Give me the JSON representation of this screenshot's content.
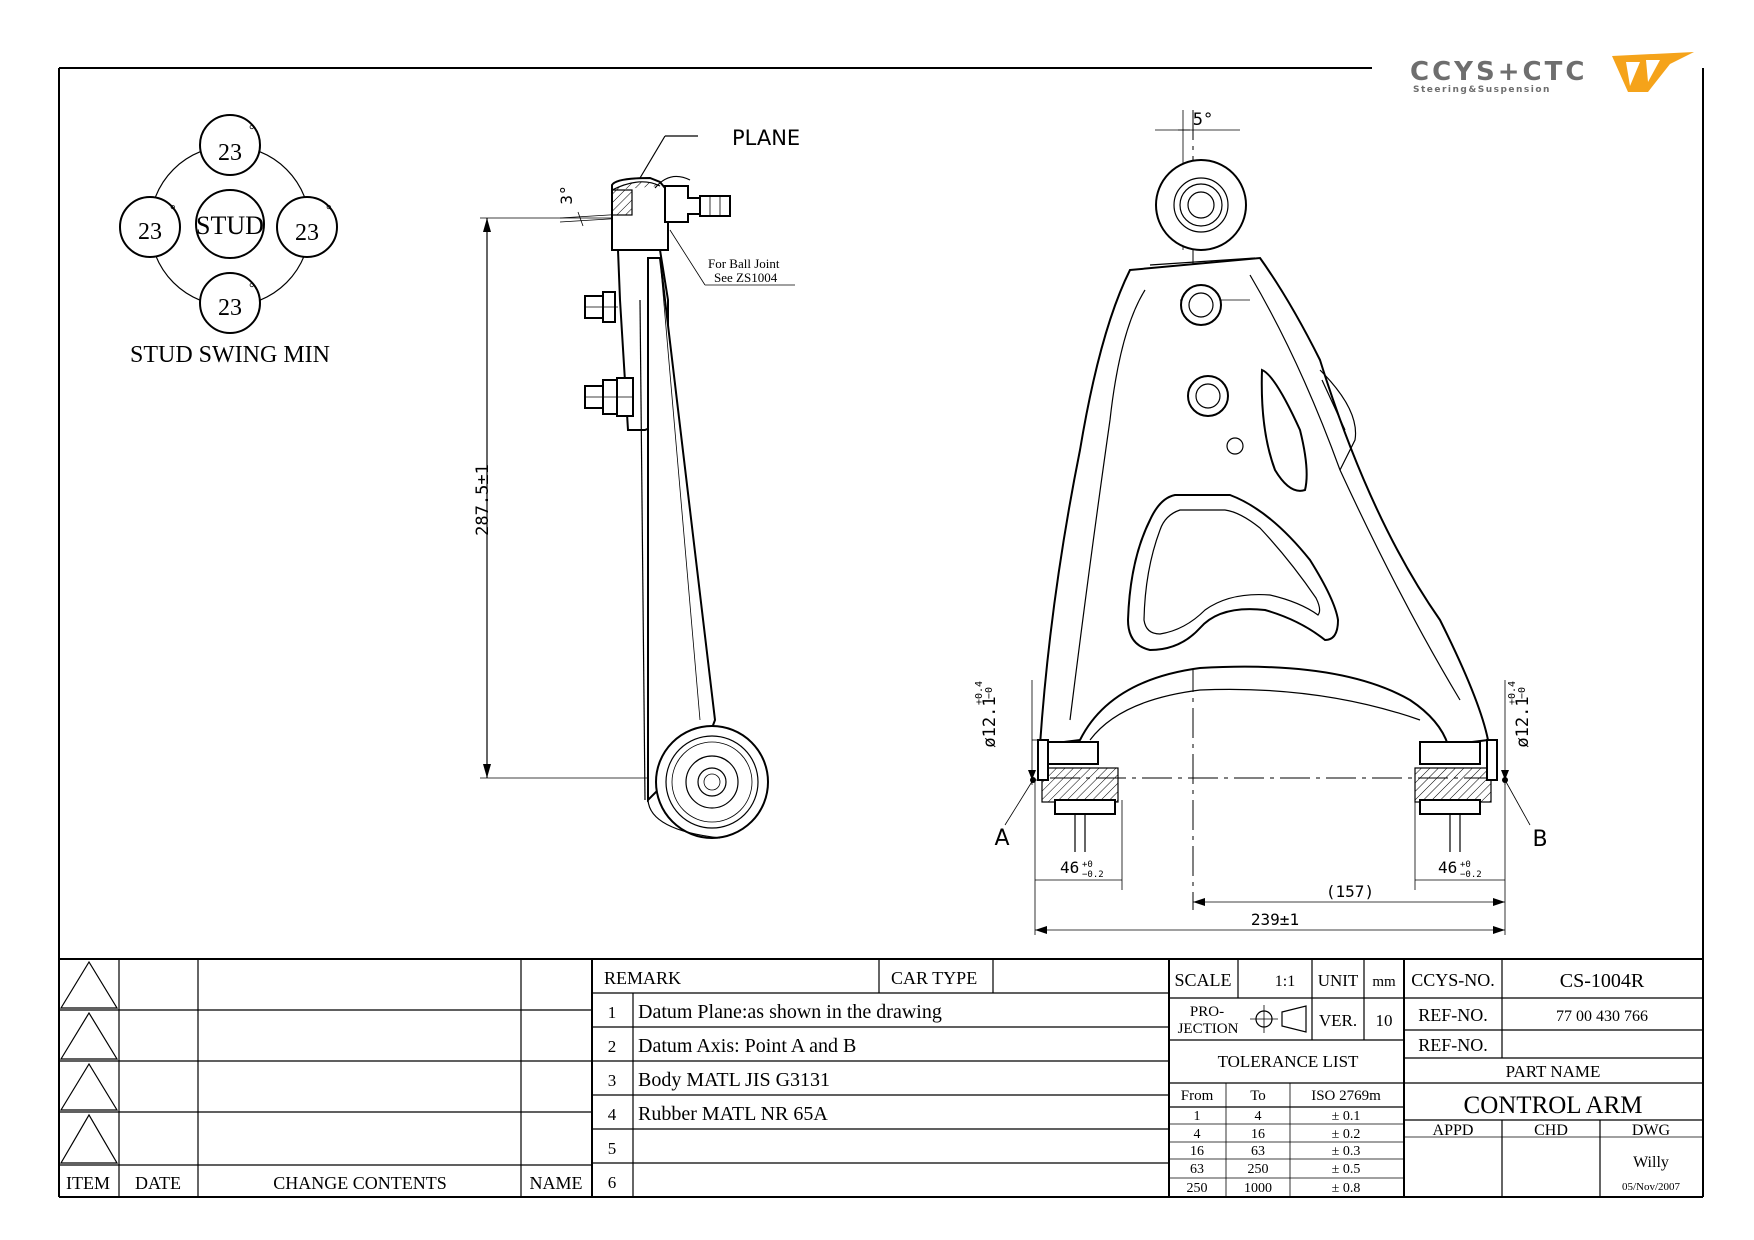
{
  "logo": {
    "brand": "CCYS+CTC",
    "tagline": "Steering&Suspension",
    "accent": "#f5a31a",
    "text_color": "#6e6e6e"
  },
  "stud_swing": {
    "center": "STUD",
    "top": "23",
    "left": "23",
    "right": "23",
    "bottom": "23",
    "degree": "°",
    "caption": "STUD SWING MIN"
  },
  "side_view": {
    "plane_label": "PLANE",
    "angle": "3°",
    "note_line1": "For Ball Joint",
    "note_line2": "See ZS1004",
    "height_dim": "287.5±1"
  },
  "front_view": {
    "angle": "5°",
    "dia_left": "ø12.1",
    "dia_right": "ø12.1",
    "dia_tol_up": "+0.4",
    "dia_tol_down": "−0",
    "point_a": "A",
    "point_b": "B",
    "width_left": "46",
    "width_right": "46",
    "width_tol_up": "+0",
    "width_tol_down": "−0.2",
    "dim_157": "(157)",
    "dim_239": "239±1"
  },
  "revision_block": {
    "headers": {
      "item": "ITEM",
      "date": "DATE",
      "change": "CHANGE CONTENTS",
      "name": "NAME"
    }
  },
  "remarks": {
    "header": "REMARK",
    "car_type": "CAR TYPE",
    "rows": [
      {
        "no": "1",
        "text": "Datum Plane:as shown in the drawing"
      },
      {
        "no": "2",
        "text": "Datum Axis: Point A and B"
      },
      {
        "no": "3",
        "text": "Body MATL JIS G3131"
      },
      {
        "no": "4",
        "text": "Rubber MATL NR 65A"
      },
      {
        "no": "5",
        "text": ""
      },
      {
        "no": "6",
        "text": ""
      }
    ]
  },
  "spec": {
    "scale_label": "SCALE",
    "scale_value": "1:1",
    "unit_label": "UNIT",
    "unit_value": "mm",
    "projection_line1": "PRO-",
    "projection_line2": "JECTION",
    "ver_label": "VER.",
    "ver_value": "10",
    "tolerance_title": "TOLERANCE LIST",
    "tol_headers": {
      "from": "From",
      "to": "To",
      "iso": "ISO 2769m"
    },
    "tolerances": [
      {
        "from": "1",
        "to": "4",
        "tol": "± 0.1"
      },
      {
        "from": "4",
        "to": "16",
        "tol": "± 0.2"
      },
      {
        "from": "16",
        "to": "63",
        "tol": "± 0.3"
      },
      {
        "from": "63",
        "to": "250",
        "tol": "± 0.5"
      },
      {
        "from": "250",
        "to": "1000",
        "tol": "± 0.8"
      }
    ]
  },
  "title_block": {
    "ccys_no_label": "CCYS-NO.",
    "ccys_no_value": "CS-1004R",
    "ref_no_label": "REF-NO.",
    "ref_no_value": "77 00 430 766",
    "ref_no2_label": "REF-NO.",
    "ref_no2_value": "",
    "part_name_label": "PART NAME",
    "part_name": "CONTROL ARM",
    "appd": "APPD",
    "chd": "CHD",
    "dwg": "DWG",
    "drawn_by": "Willy",
    "date": "05/Nov/2007"
  }
}
